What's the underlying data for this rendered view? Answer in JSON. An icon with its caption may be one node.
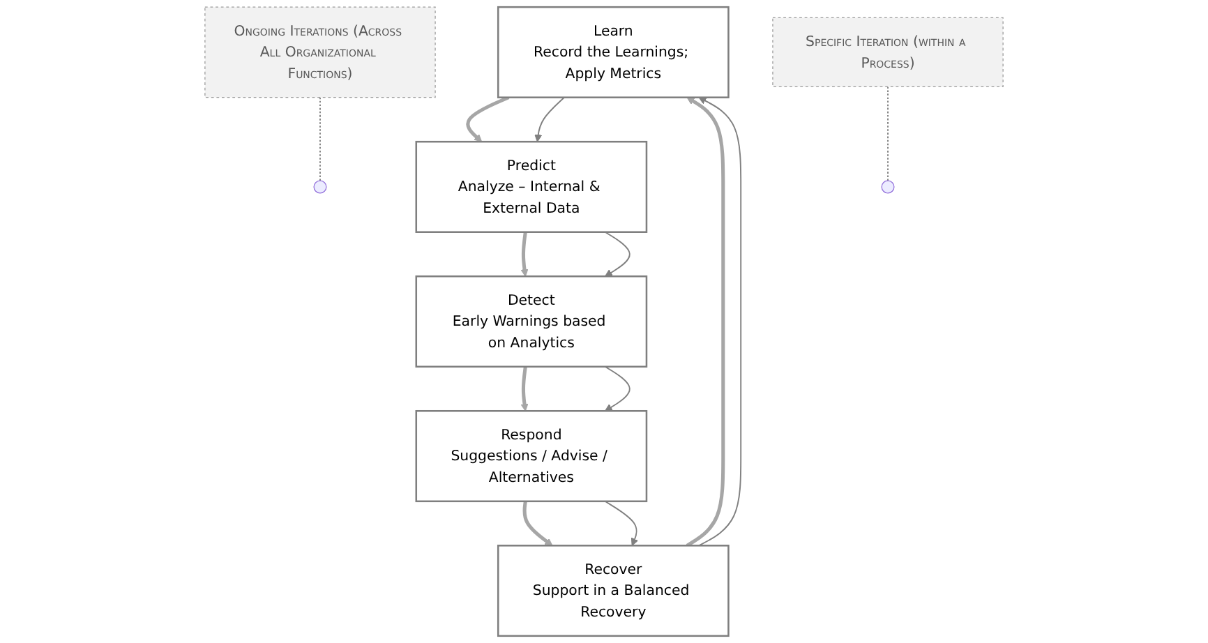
{
  "diagram": {
    "nodes": [
      {
        "text": [
          "Ongoing Iterations (Across All Organizational Functions)"
        ]
      },
      {
        "text": [
          "Specific Iteration (within a Process)"
        ]
      },
      {
        "text": [
          "Learn",
          "Record the Learnings; Apply Metrics"
        ]
      },
      {
        "text": [
          "Predict",
          "Analyze – Internal & External Data"
        ]
      },
      {
        "text": [
          "Detect",
          "Early Warnings based on Analytics"
        ]
      },
      {
        "text": [
          "Respond",
          "Suggestions / Advise / Alternatives"
        ]
      },
      {
        "text": [
          "Recover",
          "Support in a Balanced Recovery"
        ]
      }
    ],
    "edges": [
      {
        "from": 0,
        "to": null,
        "arrow": "none",
        "style": "dashed"
      },
      {
        "from": 1,
        "to": null,
        "arrow": "none",
        "style": "dashed"
      },
      {
        "from": 2,
        "to": 3,
        "arrow": "to",
        "style": "thick"
      },
      {
        "from": 3,
        "to": 4,
        "arrow": "to",
        "style": "thick"
      },
      {
        "from": 4,
        "to": 5,
        "arrow": "to",
        "style": "thick"
      },
      {
        "from": 5,
        "to": 6,
        "arrow": "to",
        "style": "thick"
      },
      {
        "from": 6,
        "to": 2,
        "arrow": "to",
        "style": "thick"
      },
      {
        "from": 2,
        "to": 3,
        "arrow": "to"
      },
      {
        "from": 3,
        "to": 4,
        "arrow": "to"
      },
      {
        "from": 4,
        "to": 5,
        "arrow": "to"
      },
      {
        "from": 5,
        "to": 6,
        "arrow": "to"
      },
      {
        "from": 6,
        "to": 2,
        "arrow": "to"
      }
    ]
  }
}
